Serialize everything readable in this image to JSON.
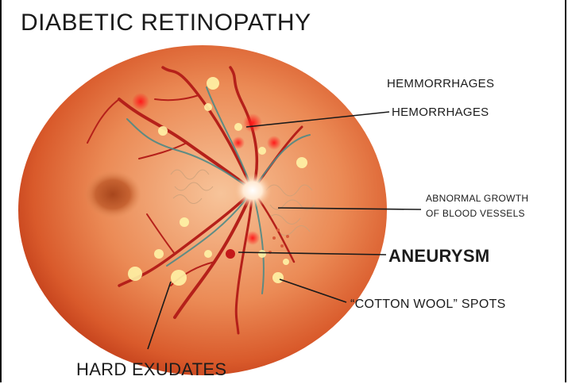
{
  "title": "DIABETIC RETINOPATHY",
  "labels": {
    "hemmorrhages": "HEMMORRHAGES",
    "hemorrhages": "HEMORRHAGES",
    "abnormal_growth_line1": "ABNORMAL GROWTH",
    "abnormal_growth_line2": "OF BLOOD VESSELS",
    "aneurysm": "ANEURYSM",
    "cotton_wool": "“COTTON WOOL” SPOTS",
    "hard_exudates": "HARD EXUDATES"
  },
  "colors": {
    "retina_center": "#f7b98a",
    "retina_edge": "#c8441e",
    "vessel": "#b5201a",
    "vein": "#4f8a86",
    "exudate": "#fff3a6",
    "hemorrhage": "#e8121a"
  }
}
